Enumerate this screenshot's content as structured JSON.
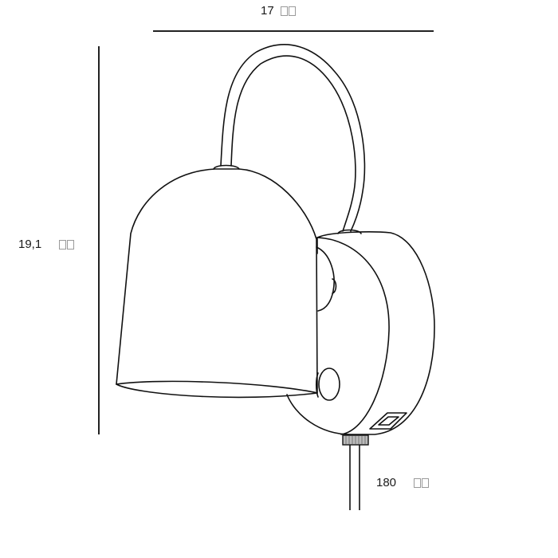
{
  "dimensions": {
    "width": {
      "value": "17",
      "unit": "□□"
    },
    "height": {
      "value": "19,1",
      "unit": "□□"
    },
    "cable": {
      "value": "180",
      "unit": "□□"
    }
  },
  "drawing": {
    "subject": "wall lamp with dome shade, arched cable, round base plate, switch, USB port and power cable",
    "line_color": "#111111",
    "background": "#ffffff"
  }
}
